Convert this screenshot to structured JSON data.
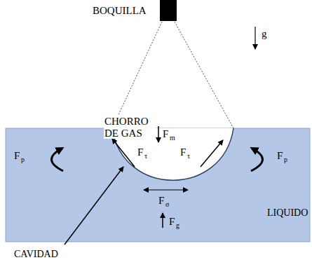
{
  "diagram": {
    "labels": [
      "BOQUILLA",
      "CHORRO DE GAS",
      "g",
      "F",
      "m",
      "F",
      "τ",
      "F",
      "τ",
      "F",
      "p",
      "F",
      "p",
      "F",
      "σ",
      "F",
      "g",
      "LIQUIDO",
      "CAVIDAD"
    ]
  }
}
